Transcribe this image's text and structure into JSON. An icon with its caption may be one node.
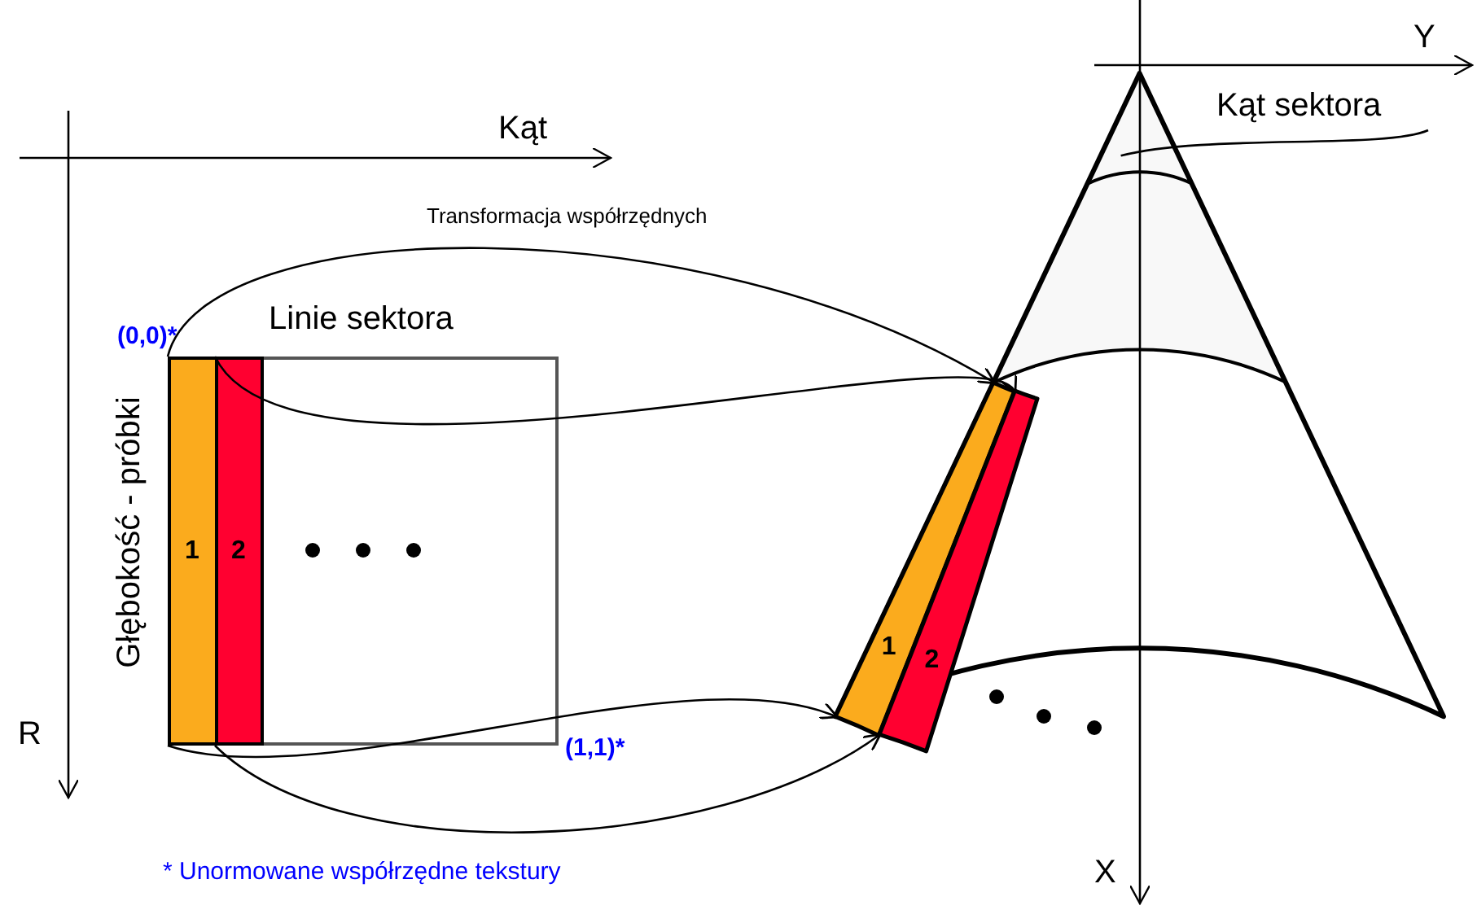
{
  "diagram": {
    "nodes": [
      {
        "text": [
          "Linie sektora"
        ]
      },
      {
        "text": [
          "1"
        ],
        "in": 0
      },
      {
        "text": [
          "2"
        ],
        "in": 0
      },
      {
        "text": [],
        "shape": "sector"
      },
      {
        "text": [
          "1"
        ],
        "in": 3
      },
      {
        "text": [
          "2"
        ],
        "in": 3
      },
      {
        "text": [
          "Kąt sektora"
        ]
      }
    ],
    "edges": [
      {
        "from": 1,
        "to": 4,
        "arrow": "to"
      },
      {
        "from": 2,
        "to": 5,
        "arrow": "to"
      },
      {
        "from": 1,
        "to": 4,
        "arrow": "to"
      },
      {
        "from": 2,
        "to": 5,
        "arrow": "to"
      },
      {
        "from": 6,
        "to": 3,
        "arrow": "none"
      }
    ],
    "labels": [
      "Y",
      "Kąt",
      "Transformacja współrzędnych",
      "(0,0)*",
      "Głębokość - próbki",
      "R",
      "(1,1)*",
      "X",
      "* Unormowane współrzędne tekstury"
    ]
  }
}
